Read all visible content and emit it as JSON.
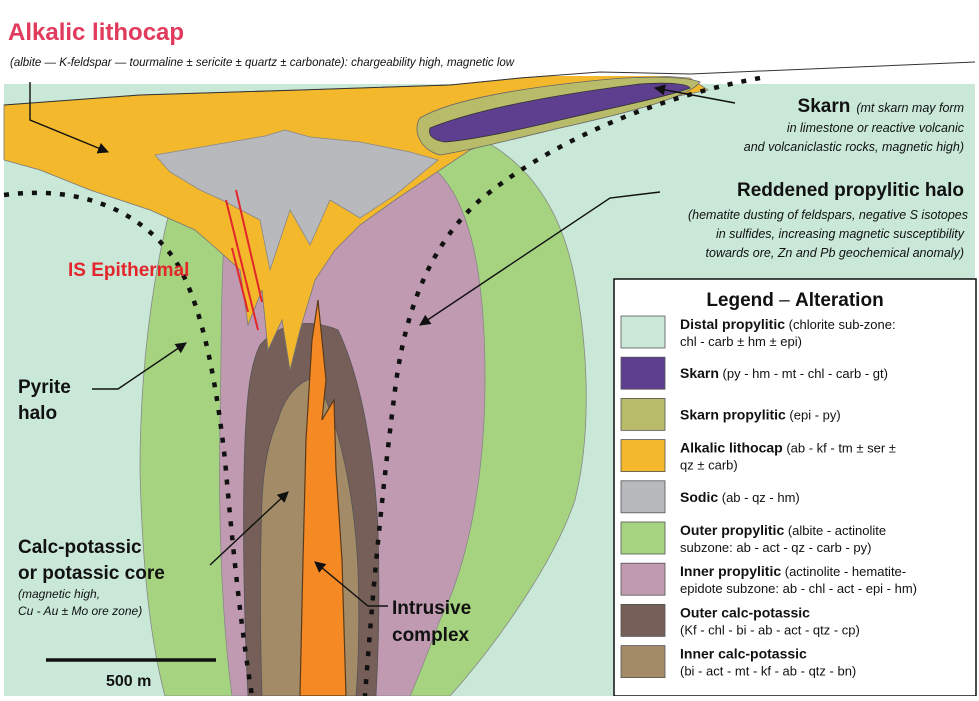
{
  "title": "Alkalic lithocap",
  "subtitle": "(albite — K-feldspar — tourmaline ± sericite ± quartz ± carbonate): chargeability high, magnetic low",
  "labels": {
    "skarn_title": "Skarn",
    "skarn_note_1": "(mt skarn may form",
    "skarn_note_2": "in limestone or reactive volcanic",
    "skarn_note_3": "and volcaniclastic rocks, magnetic high)",
    "reddened_title": "Reddened propylitic halo",
    "reddened_note_1": "(hematite dusting of feldspars, negative S isotopes",
    "reddened_note_2": "in sulfides, increasing magnetic susceptibility",
    "reddened_note_3": "towards ore, Zn and Pb geochemical anomaly)",
    "is_epithermal": "IS Epithermal",
    "pyrite_1": "Pyrite",
    "pyrite_2": "halo",
    "calc_1": "Calc-potassic",
    "calc_2": "or potassic core",
    "calc_note_1": "(magnetic high,",
    "calc_note_2": "Cu - Au ± Mo ore zone)",
    "intrusive_1": "Intrusive",
    "intrusive_2": "complex",
    "scale": "500 m"
  },
  "legend": {
    "title_bold": "Legend",
    "title_dash": " – ",
    "title_rest": "Alteration",
    "items": [
      {
        "color": "#c9e8d8",
        "name": "Distal propylitic",
        "line1": " (chlorite sub-zone:",
        "line2": "chl - carb ± hm ± epi)"
      },
      {
        "color": "#5e3f8f",
        "name": "Skarn",
        "line1": " (py - hm - mt - chl - carb - gt)",
        "line2": ""
      },
      {
        "color": "#b8bb6a",
        "name": "Skarn propylitic",
        "line1": " (epi - py)",
        "line2": ""
      },
      {
        "color": "#f3b82c",
        "name": "Alkalic lithocap",
        "line1": " (ab - kf - tm ± ser ±",
        "line2": "qz ± carb)"
      },
      {
        "color": "#b8b9bd",
        "name": "Sodic",
        "line1": " (ab - qz - hm)",
        "line2": ""
      },
      {
        "color": "#a6d37f",
        "name": "Outer propylitic",
        "line1": " (albite - actinolite",
        "line2": "subzone: ab - act - qz - carb - py)"
      },
      {
        "color": "#c09ab1",
        "name": "Inner propylitic",
        "line1": " (actinolite - hematite-",
        "line2": "epidote subzone: ab - chl - act - epi - hm)"
      },
      {
        "color": "#765f58",
        "name": "Outer calc-potassic",
        "line1": "",
        "line2": "(Kf - chl - bi - ab - act - qtz - cp)"
      },
      {
        "color": "#a48b67",
        "name": "Inner calc-potassic",
        "line1": "",
        "line2": "(bi - act - mt - kf - ab - qtz - bn)"
      }
    ]
  },
  "colors": {
    "distal": "#c9e8d8",
    "skarn": "#5e3f8f",
    "skarn_prop": "#b8bb6a",
    "lithocap": "#f3b82c",
    "sodic": "#b8b9bd",
    "outer_prop": "#a6d37f",
    "inner_prop": "#c09ab1",
    "outer_calc": "#765f58",
    "inner_calc": "#a48b67",
    "intrusive": "#f58a25",
    "title_accent": "#e03a5c",
    "epithermal_vein": "#e3262b"
  }
}
